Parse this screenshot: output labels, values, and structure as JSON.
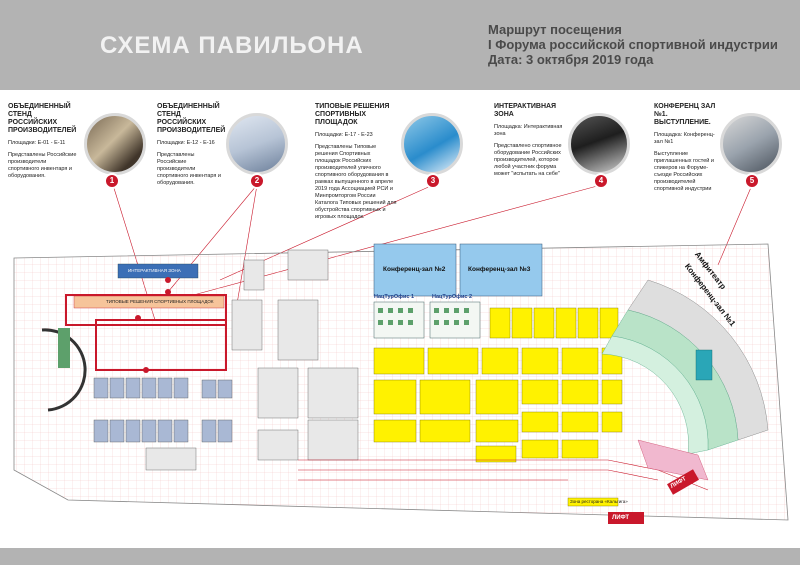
{
  "header": {
    "title": "СХЕМА ПАВИЛЬОНА",
    "route_line1": "Маршрут посещения",
    "route_line2": "I Форума российской спортивной индустрии",
    "route_line3": "Дата: 3 октября 2019 года"
  },
  "stops": [
    {
      "number": "1",
      "heading": "ОБЪЕДИНЕННЫЙ СТЕНД РОССИЙСКИХ ПРОИЗВОДИТЕЛЕЙ",
      "area": "Площадки: Е-01 - Е-11",
      "text": "Представлены Российские производители спортивного инвентаря и оборудования."
    },
    {
      "number": "2",
      "heading": "ОБЪЕДИНЕННЫЙ СТЕНД РОССИЙСКИХ ПРОИЗВОДИТЕЛЕЙ",
      "area": "Площадки: Е-12 - Е-16",
      "text": "Представлены Российские производители спортивного инвентаря и оборудования."
    },
    {
      "number": "3",
      "heading": "ТИПОВЫЕ РЕШЕНИЯ СПОРТИВНЫХ ПЛОЩАДОК",
      "area": "Площадки: Е-17 - Е-23",
      "text": "Представлены Типовые решения Спортивных площадок Российских производителей уличного спортивного оборудования в рамках выпущенного в апреле 2019 года Ассоциацией РСИ и Минпромторгом России Каталога Типовых решений для обустройства спортивных и игровых площадок."
    },
    {
      "number": "4",
      "heading": "ИНТЕРАКТИВНАЯ ЗОНА",
      "area": "Площадка: Интерактивная зона",
      "text": "Представлено спортивное оборудование Российских производителей, которое любой участник форума может \"испытать на себе\""
    },
    {
      "number": "5",
      "heading": "КОНФЕРЕНЦ ЗАЛ №1. ВЫСТУПЛЕНИЕ.",
      "area": "Площадка: Конференц-зал №1",
      "text": "Выступление приглашенных гостей и спикеров на Форуме-съезде Российских производителей спортивной индустрии"
    }
  ],
  "plan": {
    "conf2": "Конференц-зал №2",
    "conf3": "Конференц-зал №3",
    "conf1": "Конференц-зал №1",
    "amphitheater": "Амфитеатр",
    "interactive": "ИНТЕРАКТИВНАЯ ЗОНА",
    "typical": "ТИПОВЫЕ РЕШЕНИЯ СПОРТИВНЫХ ПЛОЩАДОК",
    "office1": "НацТурОфис 1",
    "office2": "НацТурОфис 2",
    "restaurant": "Зона ресторана «Кальгига»",
    "lift1": "ЛИФТ",
    "lift2": "ЛИФТ"
  }
}
